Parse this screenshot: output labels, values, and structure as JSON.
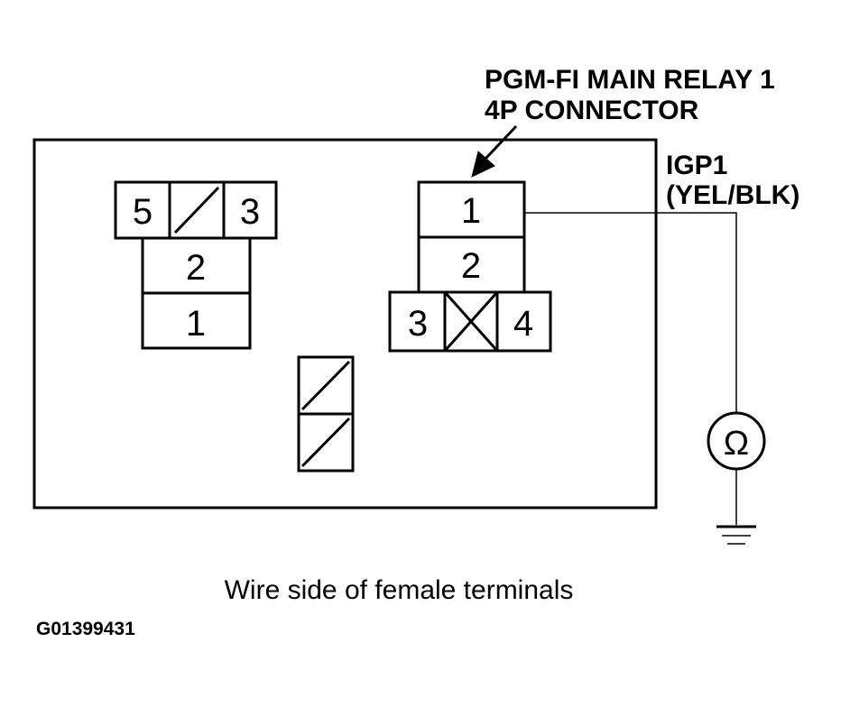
{
  "relay_label": {
    "line1": "PGM-FI MAIN RELAY 1",
    "line2": "4P CONNECTOR"
  },
  "wire_label": {
    "signal": "IGP1",
    "color": "(YEL/BLK)"
  },
  "ohmmeter_symbol": "Ω",
  "left_connector": {
    "top_left_pin": "5",
    "top_right_pin": "3",
    "middle_pin": "2",
    "bottom_pin": "1"
  },
  "relay_connector": {
    "top_pin": "1",
    "middle_pin": "2",
    "bottom_left_pin": "3",
    "bottom_right_pin": "4"
  },
  "caption": "Wire side of female terminals",
  "figure_code": "G01399431"
}
